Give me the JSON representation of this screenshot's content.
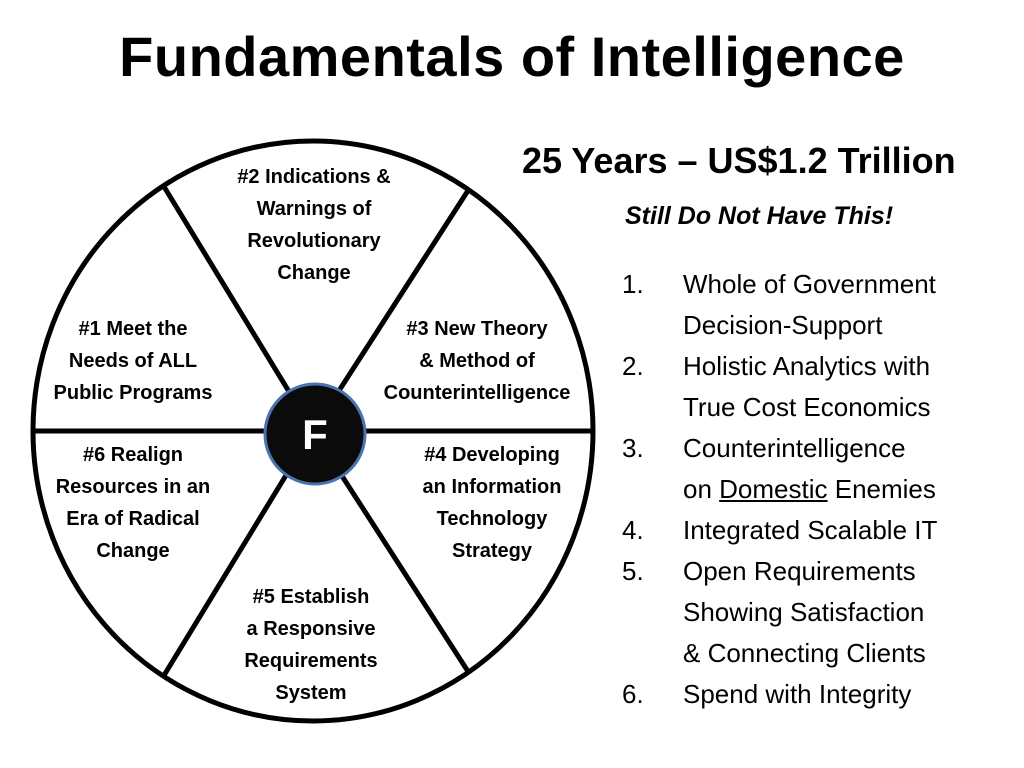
{
  "title": "Fundamentals of Intelligence",
  "subtitle": "25 Years – US$1.2 Trillion",
  "tagline": "Still Do Not Have This!",
  "hub": {
    "letter": "F"
  },
  "segments": [
    {
      "lines": [
        "#2  Indications &",
        "Warnings of",
        "Revolutionary",
        "Change"
      ]
    },
    {
      "lines": [
        "#3  New Theory",
        "& Method  of",
        "Counterintelligence"
      ]
    },
    {
      "lines": [
        "#4  Developing",
        "an Information",
        "Technology",
        "Strategy"
      ]
    },
    {
      "lines": [
        "#5  Establish",
        "a Responsive",
        "Requirements",
        "System"
      ]
    },
    {
      "lines": [
        "#6  Realign",
        "Resources in an",
        "Era of Radical",
        "Change"
      ]
    },
    {
      "lines": [
        "#1  Meet the",
        "Needs of ALL",
        "Public Programs"
      ]
    }
  ],
  "list": [
    {
      "num": "1.",
      "lines": [
        "Whole of Government",
        "Decision-Support"
      ]
    },
    {
      "num": "2.",
      "lines": [
        "Holistic Analytics with",
        "True Cost Economics"
      ]
    },
    {
      "num": "3.",
      "lines": [
        "Counterintelligence"
      ],
      "line2_pre": "on ",
      "line2_u": "Domestic",
      "line2_post": " Enemies"
    },
    {
      "num": "4.",
      "lines": [
        "Integrated Scalable IT"
      ]
    },
    {
      "num": "5.",
      "lines": [
        "Open Requirements",
        "Showing Satisfaction",
        "& Connecting Clients"
      ]
    },
    {
      "num": "6.",
      "lines": [
        "Spend with Integrity"
      ]
    }
  ]
}
